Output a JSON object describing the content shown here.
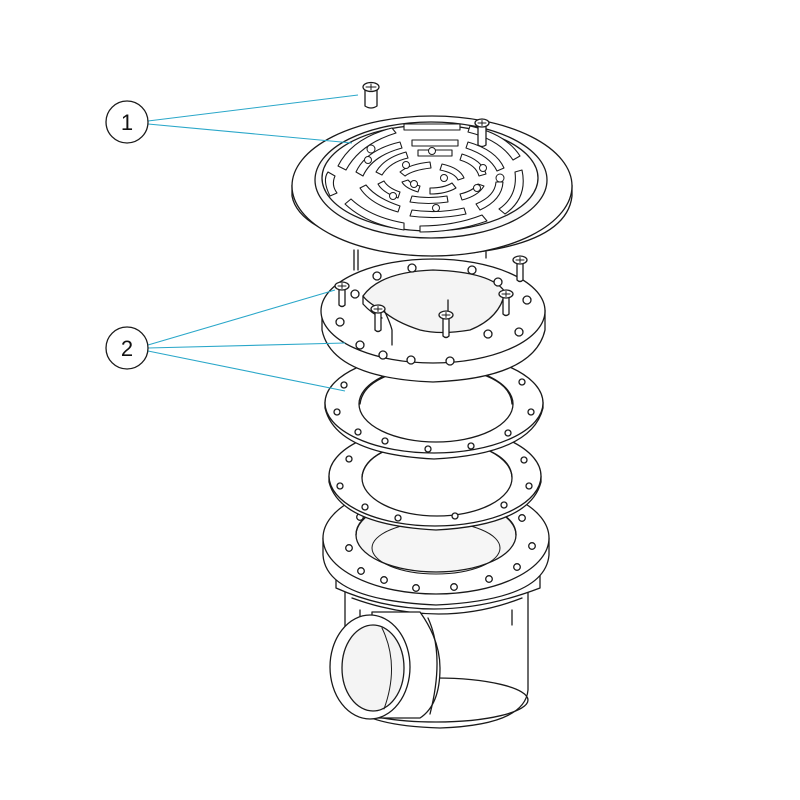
{
  "callouts": [
    {
      "label": "1",
      "description_visible": false
    },
    {
      "label": "2",
      "description_visible": false
    }
  ],
  "colors": {
    "line": "#1a1a1a",
    "leader": "#2aa7c9",
    "fill": "#ffffff",
    "shade": "#f2f2f2"
  },
  "parts": [
    "grate-cover",
    "cover-screw",
    "clamping-flange",
    "flange-screw",
    "gasket-upper",
    "gasket-lower",
    "drain-body",
    "pipe-socket"
  ]
}
